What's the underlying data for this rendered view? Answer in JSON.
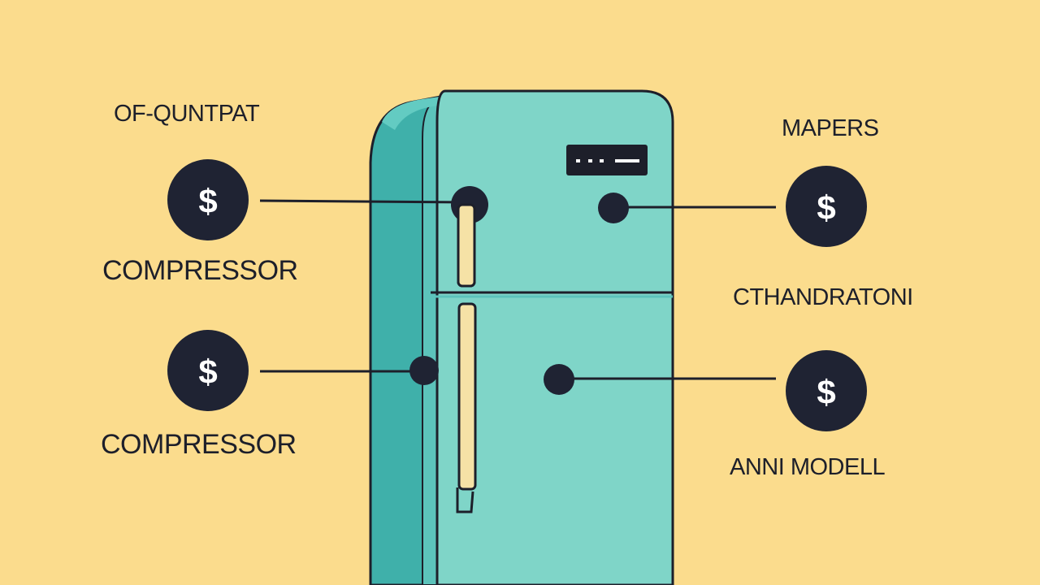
{
  "colors": {
    "background": "#fbdc8d",
    "fridge_body": "#7fd5c8",
    "fridge_side": "#3fb0aa",
    "fridge_top": "#5cc3bb",
    "outline": "#1d1f2a",
    "handle": "#f6e2a6",
    "badge": "#1f2333",
    "badge_text": "#ffffff"
  },
  "labels": {
    "top_left": "OF-QUNTPAT",
    "middle_left": "COMPRESSOR",
    "bottom_left": "COMPRESSOR",
    "top_right": "MAPERS",
    "middle_right": "CTHANDRATONI",
    "bottom_right": "ANNI MODELL"
  },
  "badges": {
    "symbol": "$",
    "icon": "dollar-sign-icon"
  },
  "fridge": {
    "icon": "refrigerator-icon",
    "display_icon": "display-panel-icon"
  }
}
